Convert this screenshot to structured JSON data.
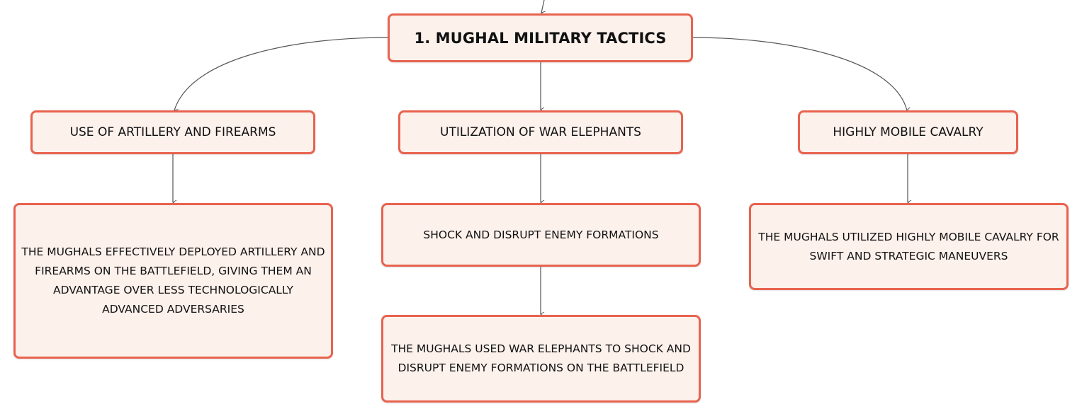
{
  "root": {
    "label": "1. MUGHAL MILITARY TACTICS"
  },
  "branches": {
    "artillery": {
      "label": "USE OF ARTILLERY AND FIREARMS",
      "detail": "THE MUGHALS EFFECTIVELY DEPLOYED ARTILLERY AND FIREARMS ON THE BATTLEFIELD, GIVING THEM AN ADVANTAGE OVER LESS TECHNOLOGICALLY ADVANCED ADVERSARIES"
    },
    "elephants": {
      "label": "UTILIZATION OF WAR ELEPHANTS",
      "sub": "SHOCK AND DISRUPT ENEMY FORMATIONS",
      "detail": "THE MUGHALS USED WAR ELEPHANTS TO SHOCK AND DISRUPT ENEMY FORMATIONS ON THE BATTLEFIELD"
    },
    "cavalry": {
      "label": "HIGHLY MOBILE CAVALRY",
      "detail": "THE MUGHALS UTILIZED HIGHLY MOBILE CAVALRY FOR SWIFT AND STRATEGIC MANEUVERS"
    }
  },
  "colors": {
    "node_border": "#e8634f",
    "node_fill": "#fdf1ec",
    "connector": "#555555",
    "text": "#111111"
  }
}
